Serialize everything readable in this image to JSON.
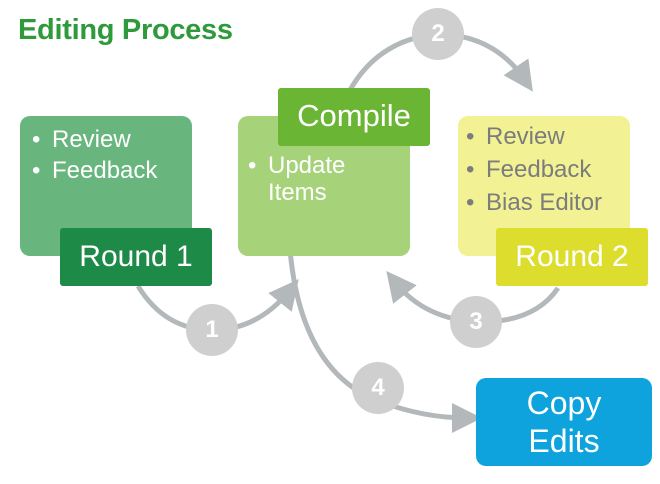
{
  "title": "Editing Process",
  "round1": {
    "items": [
      "Review",
      "Feedback"
    ],
    "label": "Round 1"
  },
  "compile": {
    "items": [
      "Update",
      "Items"
    ],
    "label": "Compile"
  },
  "round2": {
    "items": [
      "Review",
      "Feedback",
      "Bias Editor"
    ],
    "label": "Round 2"
  },
  "copy_edits": {
    "line1": "Copy",
    "line2": "Edits"
  },
  "steps": [
    "1",
    "2",
    "3",
    "4"
  ],
  "colors": {
    "title": "#2e9a3c",
    "round1_box": "#68b67d",
    "round1_tag": "#1e8a48",
    "compile_box": "#a6d27a",
    "compile_tag": "#6ab534",
    "round2_box": "#f2f295",
    "round2_text": "#7c7c7c",
    "round2_tag": "#dddd2e",
    "copy_edits": "#0ea3dd",
    "arrow": "#b3b9bb",
    "step_circle": "#cfcfcf"
  }
}
